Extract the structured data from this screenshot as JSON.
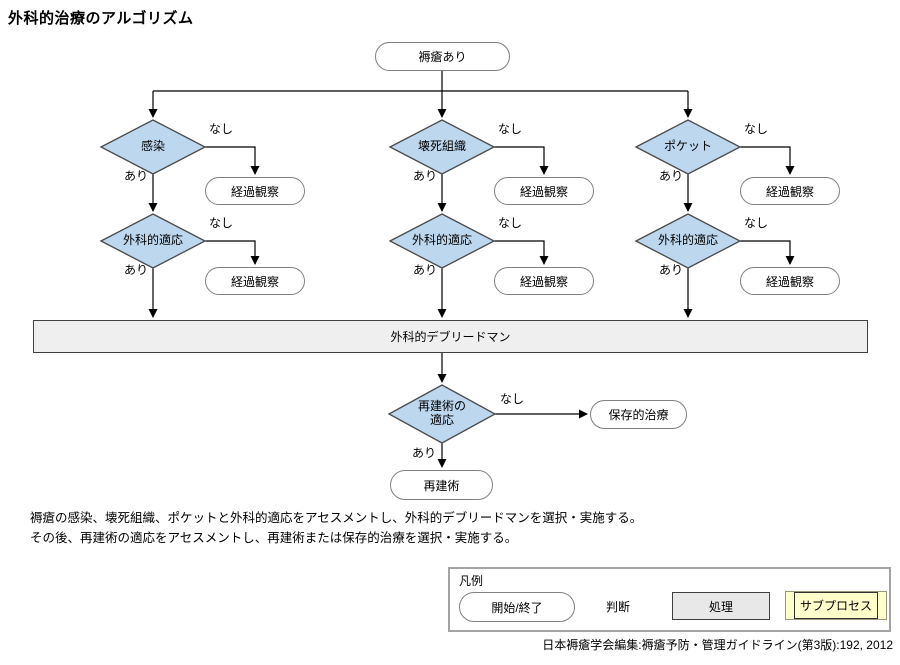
{
  "title": "外科的治療のアルゴリズム",
  "colors": {
    "decision_fill": "#BDD7EE",
    "decision_border": "#4a4a4a",
    "process_fill": "#EFEFEF",
    "subprocess_fill": "#FFFFCC",
    "line": "#000000",
    "node_border": "#808080"
  },
  "flow": {
    "start": "褥瘡あり",
    "debridement": "外科的デブリードマン",
    "columns": [
      {
        "condition": "感染",
        "no_label": "なし",
        "no_result": "経過観察",
        "yes_label": "あり",
        "condition2": "外科的適応",
        "no_label2": "なし",
        "no_result2": "経過観察",
        "yes_label2": "あり"
      },
      {
        "condition": "壊死組織",
        "no_label": "なし",
        "no_result": "経過観察",
        "yes_label": "あり",
        "condition2": "外科的適応",
        "no_label2": "なし",
        "no_result2": "経過観察",
        "yes_label2": "あり"
      },
      {
        "condition": "ポケット",
        "no_label": "なし",
        "no_result": "経過観察",
        "yes_label": "あり",
        "condition2": "外科的適応",
        "no_label2": "なし",
        "no_result2": "経過観察",
        "yes_label2": "あり"
      }
    ],
    "reconstruction_decision": {
      "line1": "再建術の",
      "line2": "適応",
      "no_label": "なし",
      "yes_label": "あり"
    },
    "conservative_treatment": "保存的治療",
    "reconstruction": "再建術"
  },
  "notes": {
    "line1": "褥瘡の感染、壊死組織、ポケットと外科的適応をアセスメントし、外科的デブリードマンを選択・実施する。",
    "line2": "その後、再建術の適応をアセスメントし、再建術または保存的治療を選択・実施する。"
  },
  "legend": {
    "title": "凡例",
    "start_end": "開始/終了",
    "decision": "判断",
    "process": "処理",
    "subprocess": "サブプロセス"
  },
  "citation": "日本褥瘡学会編集:褥瘡予防・管理ガイドライン(第3版):192, 2012"
}
